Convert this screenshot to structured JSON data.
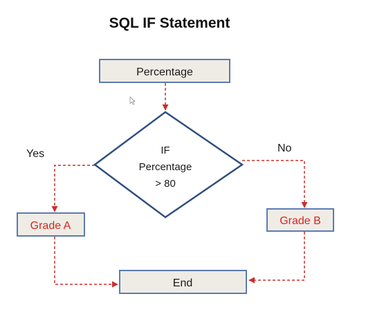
{
  "title": "SQL IF Statement",
  "nodes": {
    "start": {
      "label": "Percentage"
    },
    "decision": {
      "line1": "IF",
      "line2": "Percentage",
      "line3": "> 80"
    },
    "grade_a": {
      "label": "Grade A"
    },
    "grade_b": {
      "label": "Grade B"
    },
    "end": {
      "label": "End"
    }
  },
  "branches": {
    "yes": "Yes",
    "no": "No"
  },
  "colors": {
    "box_fill": "#efece6",
    "box_border": "#5b7bb0",
    "diamond_border": "#2f4f7f",
    "connector": "#c8312a",
    "grade_text": "#d9251c"
  },
  "icons": {
    "cursor": "mouse-pointer-icon"
  }
}
